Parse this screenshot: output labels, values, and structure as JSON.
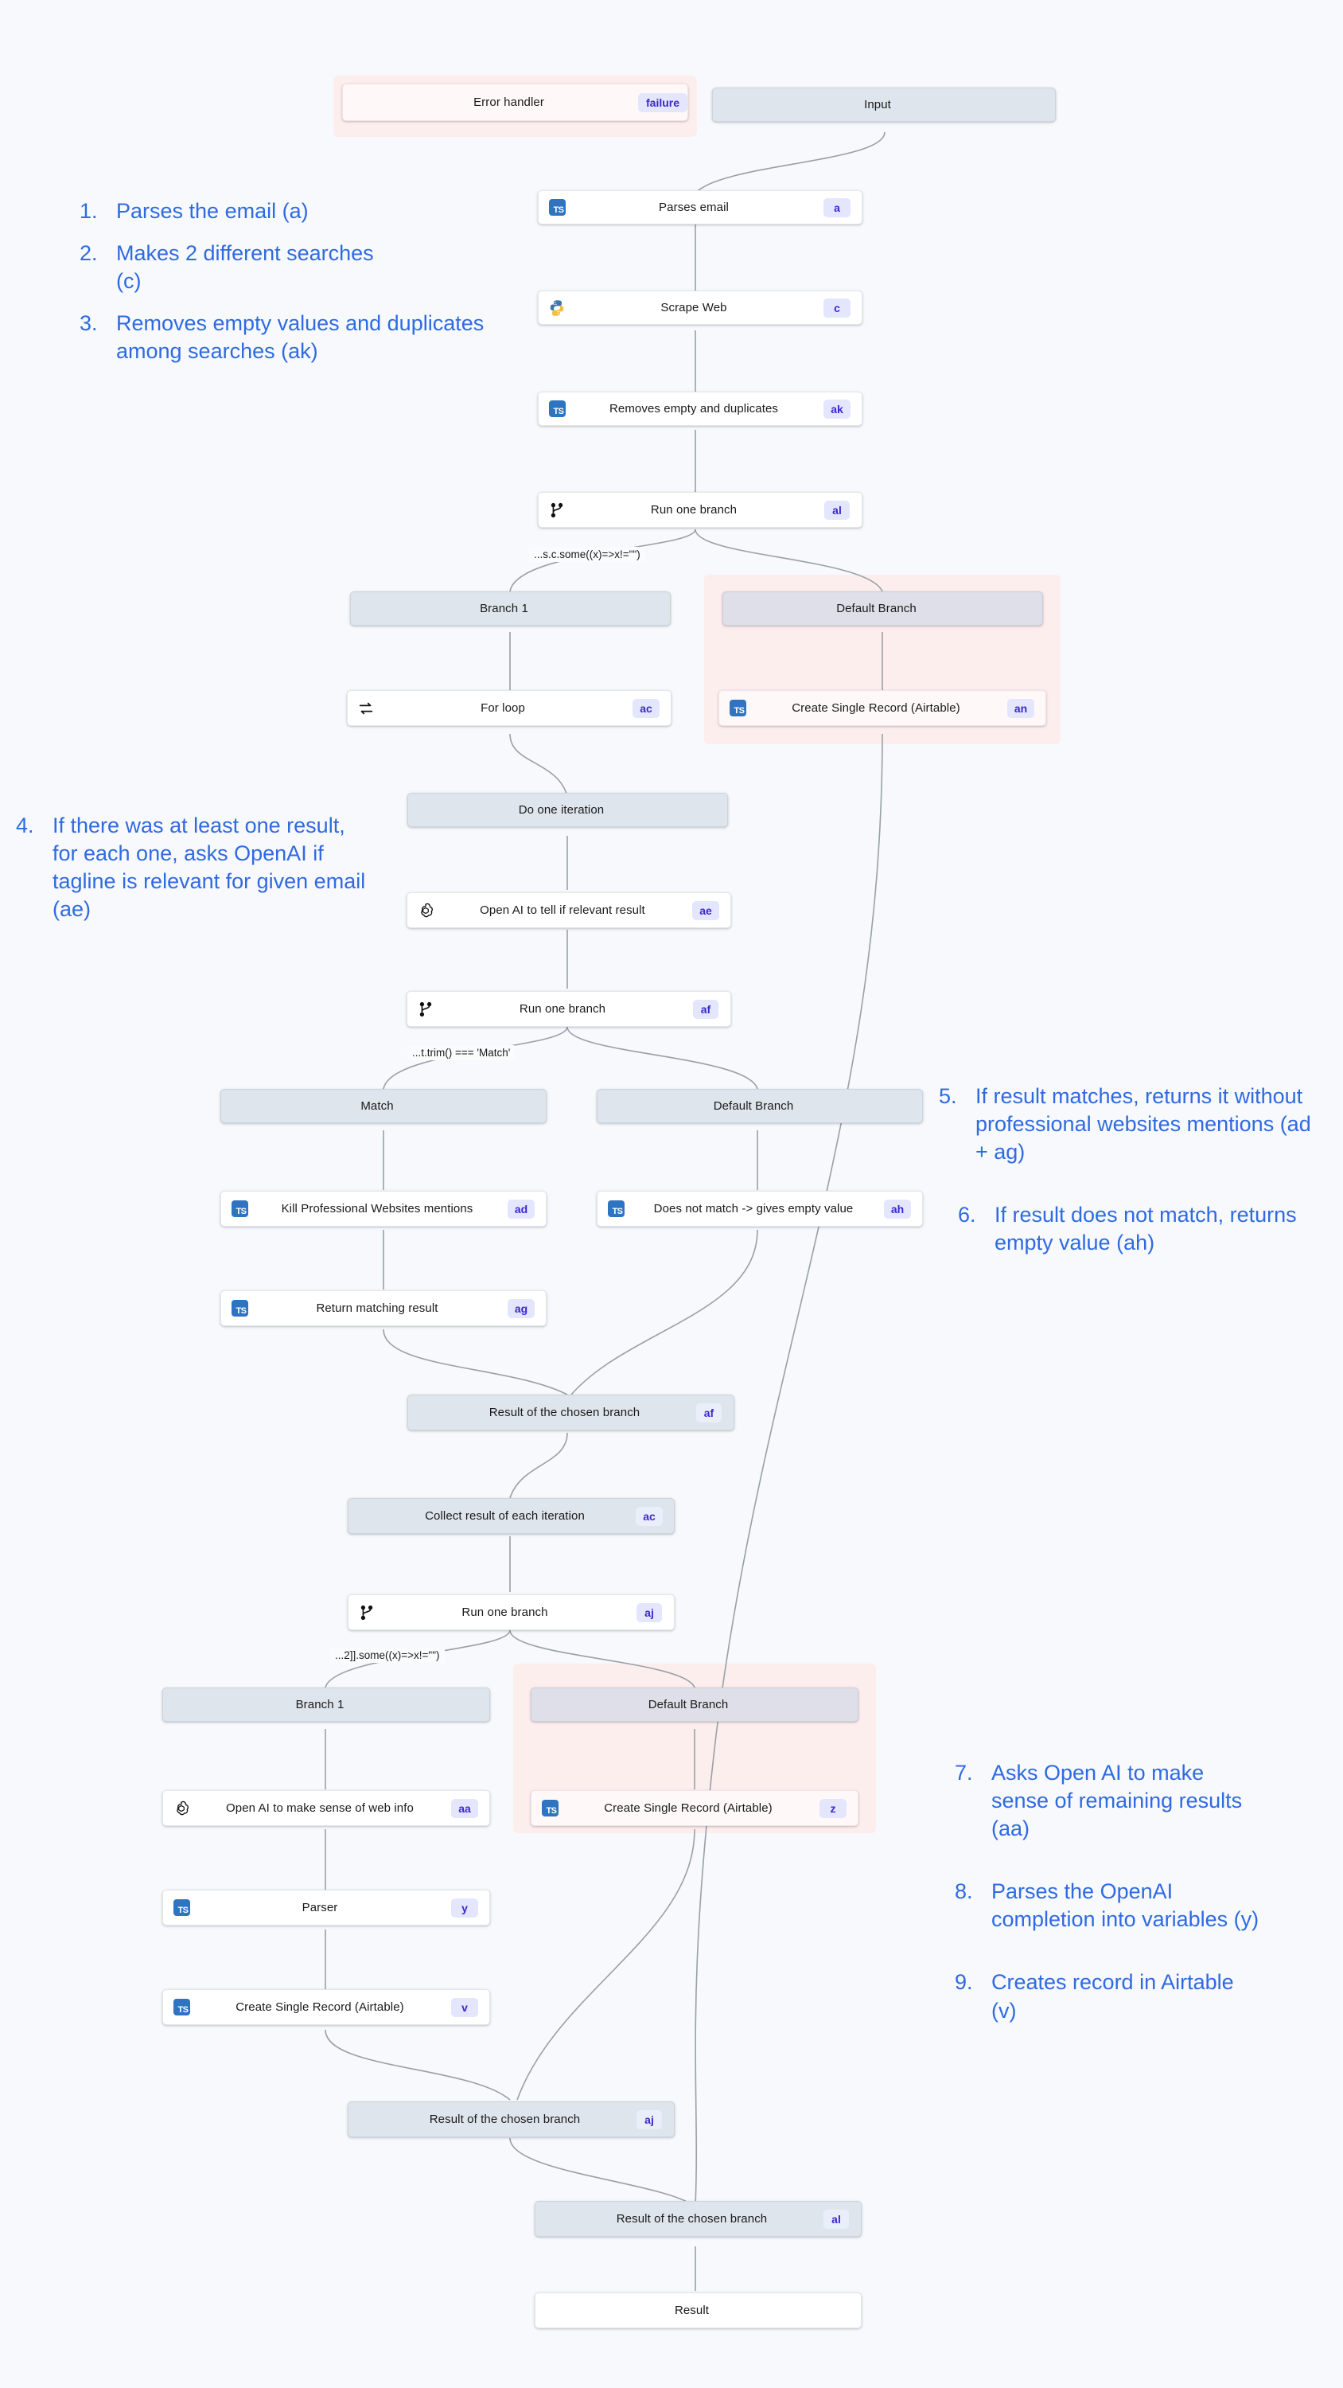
{
  "canvas": {
    "background": "#f7f9fc",
    "accent_blue": "#2f6ae1",
    "badge_bg": "#e3e6fd",
    "badge_fg": "#3b28cc",
    "error_region_bg": "#fdeeee",
    "system_node_bg": "#dfe5ec"
  },
  "nodes": {
    "error_handler": {
      "title": "Error handler",
      "badge": "failure",
      "icon": ""
    },
    "input": {
      "title": "Input",
      "badge": "",
      "icon": ""
    },
    "parses_email": {
      "title": "Parses email",
      "badge": "a",
      "icon": "typescript-icon"
    },
    "scrape_web": {
      "title": "Scrape Web",
      "badge": "c",
      "icon": "python-icon"
    },
    "removes_empty": {
      "title": "Removes empty and duplicates",
      "badge": "ak",
      "icon": "typescript-icon"
    },
    "run_one_branch_al": {
      "title": "Run one branch",
      "badge": "al",
      "icon": "branch-icon"
    },
    "branch1_top": {
      "title": "Branch 1",
      "badge": "",
      "icon": ""
    },
    "default_branch_top": {
      "title": "Default Branch",
      "badge": "",
      "icon": ""
    },
    "for_loop": {
      "title": "For loop",
      "badge": "ac",
      "icon": "loop-icon"
    },
    "airtable_an": {
      "title": "Create Single Record (Airtable)",
      "badge": "an",
      "icon": "typescript-icon"
    },
    "do_one_iteration": {
      "title": "Do one iteration",
      "badge": "",
      "icon": ""
    },
    "openai_relevant": {
      "title": "Open AI to tell if relevant result",
      "badge": "ae",
      "icon": "openai-icon"
    },
    "run_one_branch_af": {
      "title": "Run one branch",
      "badge": "af",
      "icon": "branch-icon"
    },
    "match_branch": {
      "title": "Match",
      "badge": "",
      "icon": ""
    },
    "default_branch_mid": {
      "title": "Default Branch",
      "badge": "",
      "icon": ""
    },
    "kill_mentions": {
      "title": "Kill Professional Websites mentions",
      "badge": "ad",
      "icon": "typescript-icon"
    },
    "does_not_match": {
      "title": "Does not match -> gives empty value",
      "badge": "ah",
      "icon": "typescript-icon"
    },
    "return_matching": {
      "title": "Return matching result",
      "badge": "ag",
      "icon": "typescript-icon"
    },
    "result_chosen_af": {
      "title": "Result of the chosen branch",
      "badge": "af",
      "icon": ""
    },
    "collect_result_ac": {
      "title": "Collect result of each iteration",
      "badge": "ac",
      "icon": ""
    },
    "run_one_branch_aj": {
      "title": "Run one branch",
      "badge": "aj",
      "icon": "branch-icon"
    },
    "branch1_bottom": {
      "title": "Branch 1",
      "badge": "",
      "icon": ""
    },
    "default_branch_bot": {
      "title": "Default Branch",
      "badge": "",
      "icon": ""
    },
    "openai_websense": {
      "title": "Open AI to make sense of web info",
      "badge": "aa",
      "icon": "openai-icon"
    },
    "airtable_z": {
      "title": "Create Single Record (Airtable)",
      "badge": "z",
      "icon": "typescript-icon"
    },
    "parser": {
      "title": "Parser",
      "badge": "y",
      "icon": "typescript-icon"
    },
    "airtable_v": {
      "title": "Create Single Record (Airtable)",
      "badge": "v",
      "icon": "typescript-icon"
    },
    "result_chosen_aj": {
      "title": "Result of the chosen branch",
      "badge": "aj",
      "icon": ""
    },
    "result_chosen_al": {
      "title": "Result of the chosen branch",
      "badge": "al",
      "icon": ""
    },
    "result_final": {
      "title": "Result",
      "badge": "",
      "icon": ""
    }
  },
  "conditions": {
    "cond_al": "...s.c.some((x)=>x!=\"\")",
    "cond_af": "...t.trim() === 'Match'",
    "cond_aj": "...2]].some((x)=>x!=\"\")"
  },
  "annotations_left": [
    {
      "num": "1.",
      "text": "Parses the email (a)"
    },
    {
      "num": "2.",
      "text": "Makes 2 different searches (c)"
    },
    {
      "num": "3.",
      "text": "Removes empty values and duplicates among searches (ak)"
    }
  ],
  "annotations_left_lower": [
    {
      "num": "4.",
      "text": "If there was at least one result, for each one, asks OpenAI if tagline is relevant for given email (ae)"
    }
  ],
  "annotations_right": [
    {
      "num": "5.",
      "text": "If result matches, returns it without professional websites mentions (ad + ag)"
    },
    {
      "num": "6.",
      "text": "If result does not match, returns empty value (ah)"
    }
  ],
  "annotations_right_lower": [
    {
      "num": "7.",
      "text": "Asks Open AI to make sense of remaining results (aa)"
    },
    {
      "num": "8.",
      "text": "Parses the OpenAI completion into variables (y)"
    },
    {
      "num": "9.",
      "text": "Creates record in Airtable (v)"
    }
  ]
}
